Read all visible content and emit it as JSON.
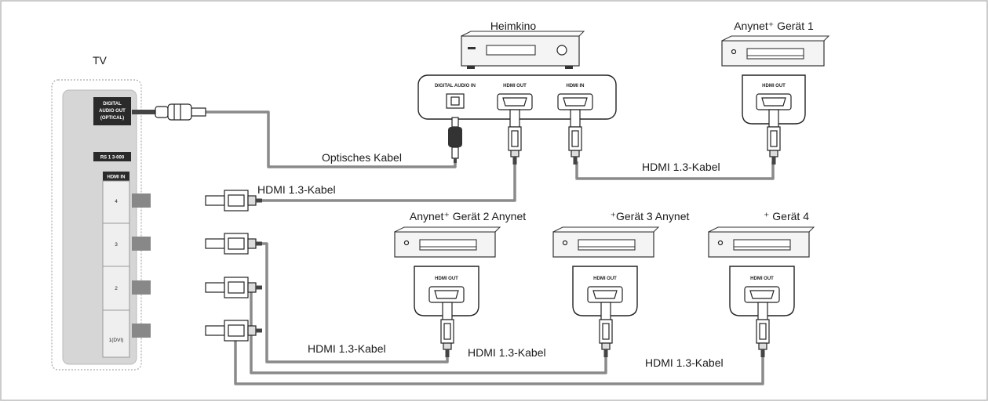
{
  "tv": {
    "label": "TV",
    "audio_port_label": [
      "DIGITAL",
      "AUDIO OUT",
      "(OPTICAL)"
    ],
    "service_label": "RS 1 3-000",
    "hdmi_in_label": "HDMI IN",
    "hdmi_ports": [
      "4",
      "3",
      "2",
      "1(DVI)"
    ]
  },
  "home_theater": {
    "label": "Heimkino",
    "ports": [
      "DIGITAL AUDIO IN",
      "HDMI OUT",
      "HDMI IN"
    ]
  },
  "devices": {
    "device1": "Anynet⁺ Gerät 1",
    "device2": "Anynet⁺ Gerät 2 Anynet",
    "device3": "⁺Gerät 3 Anynet",
    "device4": "⁺ Gerät 4",
    "hdmi_out_label": "HDMI OUT"
  },
  "cables": {
    "optical": "Optisches Kabel",
    "hdmi_ht_device1": "HDMI 1.3-Kabel",
    "hdmi_tv_ht": "HDMI 1.3-Kabel",
    "hdmi_device2": "HDMI 1.3-Kabel",
    "hdmi_device3": "HDMI 1.3-Kabel",
    "hdmi_device4": "HDMI 1.3-Kabel"
  },
  "colors": {
    "cable": "#8a8a8a",
    "panel": "#d6d6d6",
    "outline": "#222222"
  }
}
